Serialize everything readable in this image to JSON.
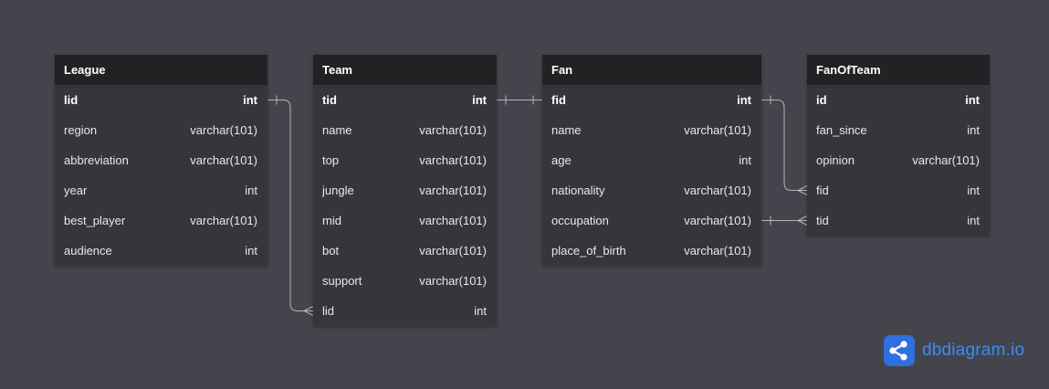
{
  "tables": [
    {
      "name": "League",
      "fields": [
        {
          "name": "lid",
          "type": "int",
          "pk": true
        },
        {
          "name": "region",
          "type": "varchar(101)"
        },
        {
          "name": "abbreviation",
          "type": "varchar(101)"
        },
        {
          "name": "year",
          "type": "int"
        },
        {
          "name": "best_player",
          "type": "varchar(101)"
        },
        {
          "name": "audience",
          "type": "int"
        }
      ]
    },
    {
      "name": "Team",
      "fields": [
        {
          "name": "tid",
          "type": "int",
          "pk": true
        },
        {
          "name": "name",
          "type": "varchar(101)"
        },
        {
          "name": "top",
          "type": "varchar(101)"
        },
        {
          "name": "jungle",
          "type": "varchar(101)"
        },
        {
          "name": "mid",
          "type": "varchar(101)"
        },
        {
          "name": "bot",
          "type": "varchar(101)"
        },
        {
          "name": "support",
          "type": "varchar(101)"
        },
        {
          "name": "lid",
          "type": "int"
        }
      ]
    },
    {
      "name": "Fan",
      "fields": [
        {
          "name": "fid",
          "type": "int",
          "pk": true
        },
        {
          "name": "name",
          "type": "varchar(101)"
        },
        {
          "name": "age",
          "type": "int"
        },
        {
          "name": "nationality",
          "type": "varchar(101)"
        },
        {
          "name": "occupation",
          "type": "varchar(101)"
        },
        {
          "name": "place_of_birth",
          "type": "varchar(101)"
        }
      ]
    },
    {
      "name": "FanOfTeam",
      "fields": [
        {
          "name": "id",
          "type": "int",
          "pk": true
        },
        {
          "name": "fan_since",
          "type": "int"
        },
        {
          "name": "opinion",
          "type": "varchar(101)"
        },
        {
          "name": "fid",
          "type": "int"
        },
        {
          "name": "tid",
          "type": "int"
        }
      ]
    }
  ],
  "relations": [
    {
      "from_table": 0,
      "from_field": 0,
      "to_table": 1,
      "to_field": 7,
      "cardinality": "one-to-many"
    },
    {
      "from_table": 1,
      "from_field": 0,
      "to_table": 2,
      "to_field": 0,
      "cardinality": "one-to-one"
    },
    {
      "from_table": 2,
      "from_field": 0,
      "to_table": 3,
      "to_field": 3,
      "cardinality": "one-to-many"
    },
    {
      "from_table": 2,
      "from_field": 4,
      "to_table": 3,
      "to_field": 4,
      "cardinality": "one-to-many"
    }
  ],
  "brand": {
    "text": "dbdiagram.io",
    "icon": "share-nodes-icon",
    "color": "#3b8cf5"
  },
  "colors": {
    "background": "#43444c",
    "table_body": "#35363c",
    "table_header": "#222225",
    "line": "#b5b6ba"
  }
}
